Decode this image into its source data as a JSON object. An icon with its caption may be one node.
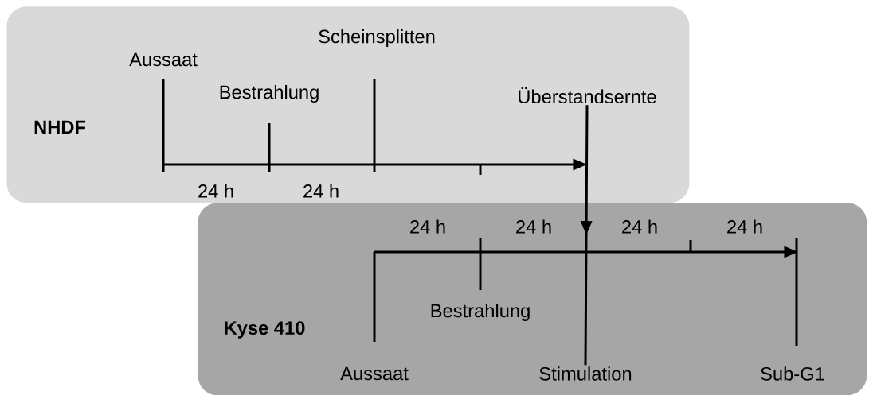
{
  "diagram": {
    "nodes": [
      {
        "text": [
          "NHDF"
        ]
      },
      {
        "text": [
          "Kyse 410"
        ]
      },
      {
        "text": [
          "Überstandsernte"
        ],
        "in": 0
      },
      {
        "text": [
          "Stimulation"
        ],
        "in": 1
      }
    ],
    "edges": [
      {
        "from": 2,
        "to": 3,
        "arrow": "to"
      }
    ],
    "labels": [
      "Aussaat",
      "Scheinsplitten",
      "Bestrahlung",
      "24 h",
      "24 h",
      "24 h",
      "24 h",
      "24 h",
      "24 h",
      "Bestrahlung",
      "Aussaat",
      "Sub-G1"
    ]
  }
}
